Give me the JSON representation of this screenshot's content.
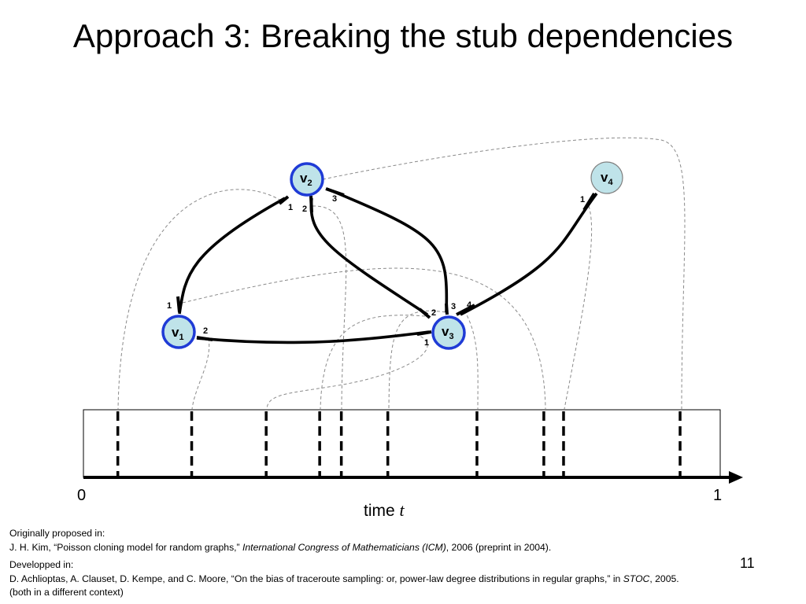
{
  "title": "Approach 3:  Breaking the stub dependencies",
  "colors": {
    "node_fill": "#bfe3e9",
    "active_node_border": "#1f3bd6",
    "inactive_node_border": "#7f7f7f",
    "dashed_links": "#8a8a8a"
  },
  "nodes": {
    "v1": {
      "letter": "v",
      "sub": "1",
      "active": true
    },
    "v2": {
      "letter": "v",
      "sub": "2",
      "active": true
    },
    "v3": {
      "letter": "v",
      "sub": "3",
      "active": true
    },
    "v4": {
      "letter": "v",
      "sub": "4",
      "active": false
    }
  },
  "edges": [
    {
      "from": "v1",
      "from_stub": "1",
      "to": "v2",
      "to_stub": "1"
    },
    {
      "from": "v1",
      "from_stub": "2",
      "to": "v3",
      "to_stub": "1"
    },
    {
      "from": "v2",
      "from_stub": "2",
      "to": "v3",
      "to_stub": "2"
    },
    {
      "from": "v2",
      "from_stub": "3",
      "to": "v3",
      "to_stub": "3"
    },
    {
      "from": "v3",
      "from_stub": "4",
      "to": "v4",
      "to_stub": "1"
    }
  ],
  "stub_labels": {
    "v1_1": "1",
    "v1_2": "2",
    "v2_1": "1",
    "v2_2": "2",
    "v2_3": "3",
    "v3_1": "1",
    "v3_2": "2",
    "v3_3": "3",
    "v3_4": "4",
    "v4_1": "1"
  },
  "timeline": {
    "start_label": "0",
    "end_label": "1",
    "axis_label": "time ",
    "axis_variable": "t",
    "marks": [
      0.054,
      0.17,
      0.287,
      0.371,
      0.405,
      0.478,
      0.618,
      0.723,
      0.754,
      0.937
    ]
  },
  "references": {
    "line1": "Originally proposed in:",
    "line2_pre": "J. H. Kim, “Poisson cloning model for random graphs,” ",
    "line2_italic": "International Congress of Mathematicians (ICM)",
    "line2_post": ", 2006 (preprint in 2004).",
    "line3": "Developped in:",
    "line4_pre": "D. Achlioptas, A. Clauset, D. Kempe, and C. Moore, “On the bias of traceroute sampling: or, power-law degree distributions in regular graphs,” in ",
    "line4_italic": "STOC",
    "line4_post": ", 2005.",
    "line5": "(both in a different context)"
  },
  "slide_number": "11"
}
